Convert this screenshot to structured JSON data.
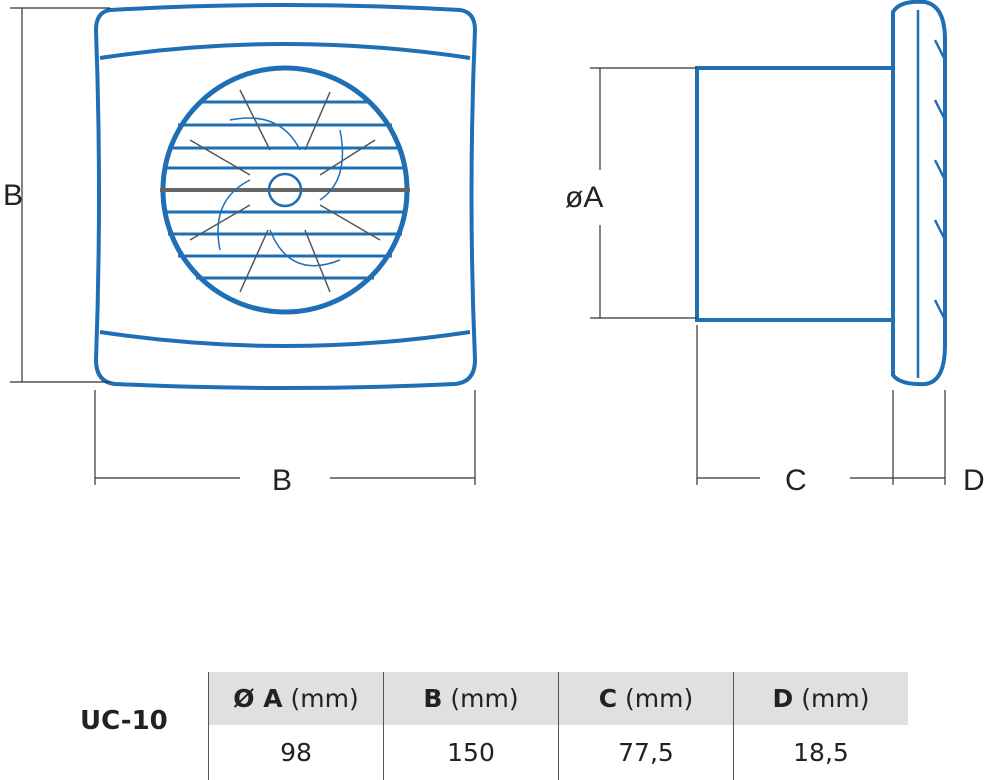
{
  "diagram": {
    "front_view": {
      "height_label": "B",
      "width_label": "B"
    },
    "side_view": {
      "diameter_label": "øA",
      "depth_label": "C",
      "flange_label": "D"
    },
    "colors": {
      "outline": "#1f6fb5",
      "dimension": "#333333",
      "header_bg": "#e0e0e0"
    }
  },
  "table": {
    "model": "UC-10",
    "headers": [
      {
        "symbol": "Ø A",
        "unit": "(mm)"
      },
      {
        "symbol": "B",
        "unit": "(mm)"
      },
      {
        "symbol": "C",
        "unit": "(mm)"
      },
      {
        "symbol": "D",
        "unit": "(mm)"
      }
    ],
    "values": [
      "98",
      "150",
      "77,5",
      "18,5"
    ]
  }
}
